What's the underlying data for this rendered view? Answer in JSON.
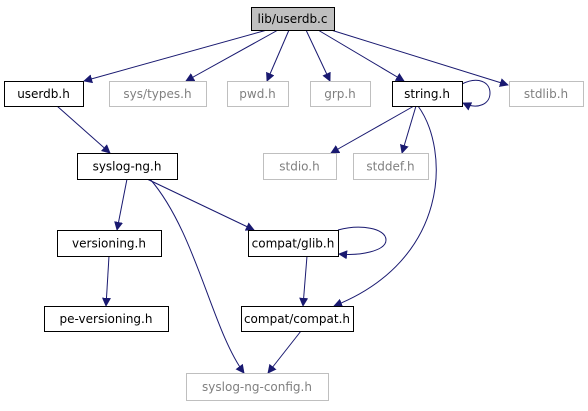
{
  "nodes": {
    "root": {
      "label": "lib/userdb.c",
      "kind": "root"
    },
    "userdb": {
      "label": "userdb.h",
      "kind": "documented"
    },
    "systypes": {
      "label": "sys/types.h",
      "kind": "external"
    },
    "pwd": {
      "label": "pwd.h",
      "kind": "external"
    },
    "grp": {
      "label": "grp.h",
      "kind": "external"
    },
    "string": {
      "label": "string.h",
      "kind": "documented"
    },
    "stdlib": {
      "label": "stdlib.h",
      "kind": "external"
    },
    "syslogng": {
      "label": "syslog-ng.h",
      "kind": "documented"
    },
    "stdio": {
      "label": "stdio.h",
      "kind": "external"
    },
    "stddef": {
      "label": "stddef.h",
      "kind": "external"
    },
    "versioning": {
      "label": "versioning.h",
      "kind": "documented"
    },
    "glib": {
      "label": "compat/glib.h",
      "kind": "documented"
    },
    "peversioning": {
      "label": "pe-versioning.h",
      "kind": "documented"
    },
    "compat": {
      "label": "compat/compat.h",
      "kind": "documented"
    },
    "syslogngconfig": {
      "label": "syslog-ng-config.h",
      "kind": "external"
    }
  },
  "edges": [
    [
      "root",
      "userdb"
    ],
    [
      "root",
      "systypes"
    ],
    [
      "root",
      "pwd"
    ],
    [
      "root",
      "grp"
    ],
    [
      "root",
      "string"
    ],
    [
      "root",
      "stdlib"
    ],
    [
      "string",
      "string"
    ],
    [
      "string",
      "stdio"
    ],
    [
      "string",
      "stddef"
    ],
    [
      "string",
      "compat"
    ],
    [
      "userdb",
      "syslogng"
    ],
    [
      "syslogng",
      "versioning"
    ],
    [
      "syslogng",
      "glib"
    ],
    [
      "syslogng",
      "syslogngconfig"
    ],
    [
      "versioning",
      "peversioning"
    ],
    [
      "glib",
      "glib"
    ],
    [
      "glib",
      "compat"
    ],
    [
      "compat",
      "syslogngconfig"
    ]
  ],
  "colors": {
    "edge": "#191970",
    "root_fill": "#bfbfbf",
    "documented_border": "#000000",
    "external_border": "#bfbfbf",
    "external_text": "#808080",
    "text": "#000000"
  }
}
